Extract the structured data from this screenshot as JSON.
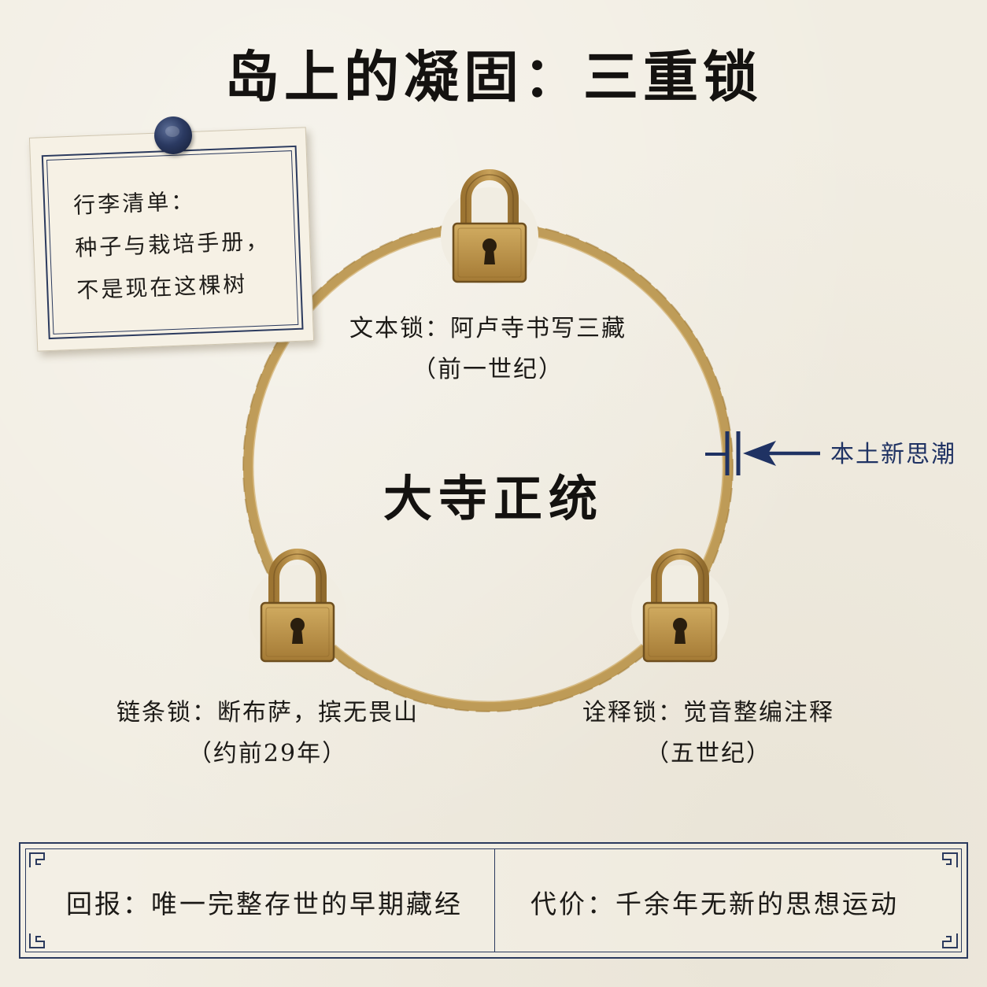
{
  "title": "岛上的凝固：三重锁",
  "note": {
    "lines": [
      "行李清单：",
      "种子与栽培手册，",
      "不是现在这棵树"
    ]
  },
  "center": "大寺正统",
  "locks": [
    {
      "label": "文本锁：阿卢寺书写三藏",
      "sub": "（前一世纪）"
    },
    {
      "label": "链条锁：断布萨，摈无畏山",
      "sub": "（约前29年）"
    },
    {
      "label": "诠释锁：觉音整编注释",
      "sub": "（五世纪）"
    }
  ],
  "arrow_label": "本土新思潮",
  "bottom": {
    "left": "回报：唯一完整存世的早期藏经",
    "right": "代价：千余年无新的思想运动"
  },
  "colors": {
    "ring": "#b58d3f",
    "lock_body": "#c29a4f",
    "accent_blue": "#1f3263",
    "frame": "#2b3a5e"
  },
  "icons": [
    "padlock-icon",
    "pin-icon",
    "arrow-left-icon",
    "barrier-icon"
  ]
}
